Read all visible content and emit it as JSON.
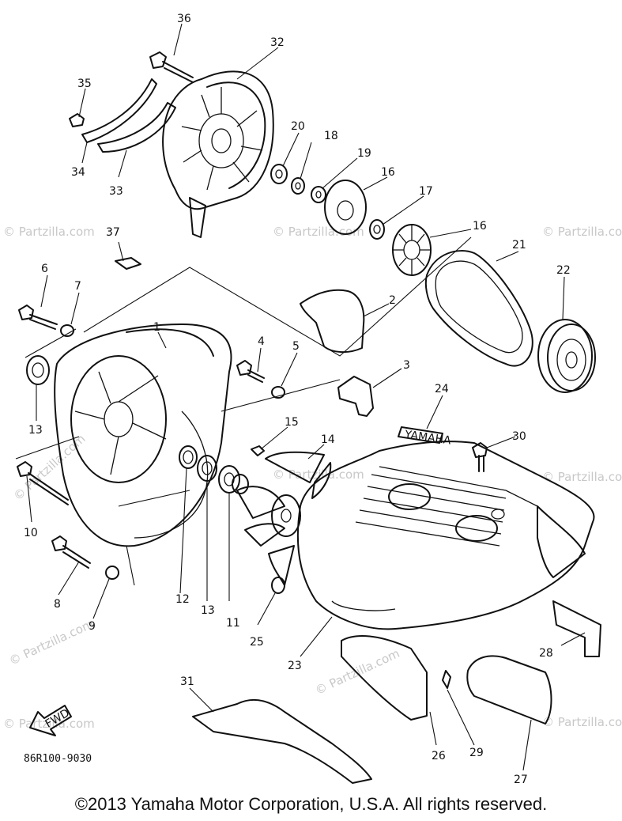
{
  "diagram": {
    "code": "86R100-9030",
    "copyright": "©2013 Yamaha Motor Corporation, U.S.A. All rights reserved.",
    "fwd_label": "FWD",
    "brand_plate": "YAMAHA",
    "watermarks": [
      "© Partzilla.com",
      "© Partzilla.com",
      "© Partzilla.com",
      "© Partzilla.com",
      "© Partzilla.com",
      "© Partzilla.com",
      "© Partzilla.com",
      "© Partzilla.com",
      "© Partzilla.com",
      "© Partzilla.com"
    ],
    "callouts": [
      "36",
      "32",
      "35",
      "20",
      "18",
      "19",
      "16",
      "17",
      "16",
      "34",
      "33",
      "37",
      "21",
      "22",
      "6",
      "7",
      "1",
      "2",
      "4",
      "5",
      "3",
      "24",
      "13",
      "15",
      "14",
      "30",
      "10",
      "8",
      "9",
      "12",
      "13",
      "11",
      "25",
      "23",
      "28",
      "31",
      "26",
      "29",
      "27"
    ]
  }
}
